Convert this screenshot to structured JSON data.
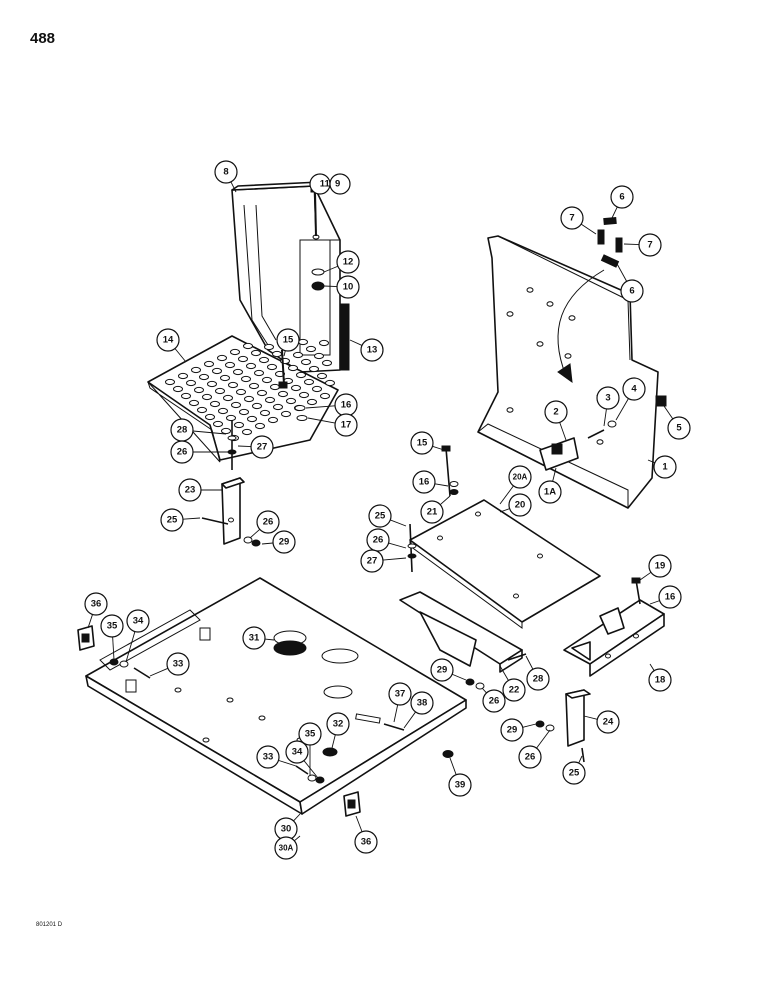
{
  "page": {
    "number": "488",
    "drawing_code": "801201 D"
  },
  "callouts": [
    {
      "id": "c8",
      "label": "8"
    },
    {
      "id": "c11-9",
      "label": "11  9"
    },
    {
      "id": "c12",
      "label": "12"
    },
    {
      "id": "c10",
      "label": "10"
    },
    {
      "id": "c13",
      "label": "13"
    },
    {
      "id": "c14",
      "label": "14"
    },
    {
      "id": "c15a",
      "label": "15"
    },
    {
      "id": "c16a",
      "label": "16"
    },
    {
      "id": "c17",
      "label": "17"
    },
    {
      "id": "c28a",
      "label": "28"
    },
    {
      "id": "c27a",
      "label": "27"
    },
    {
      "id": "c26a",
      "label": "26"
    },
    {
      "id": "c23",
      "label": "23"
    },
    {
      "id": "c25a",
      "label": "25"
    },
    {
      "id": "c26b",
      "label": "26"
    },
    {
      "id": "c29a",
      "label": "29"
    },
    {
      "id": "c6a",
      "label": "6"
    },
    {
      "id": "c7a",
      "label": "7"
    },
    {
      "id": "c7b",
      "label": "7"
    },
    {
      "id": "c6b",
      "label": "6"
    },
    {
      "id": "c3",
      "label": "3"
    },
    {
      "id": "c4",
      "label": "4"
    },
    {
      "id": "c5",
      "label": "5"
    },
    {
      "id": "c2",
      "label": "2"
    },
    {
      "id": "c1",
      "label": "1"
    },
    {
      "id": "c1a",
      "label": "1A"
    },
    {
      "id": "c15b",
      "label": "15"
    },
    {
      "id": "c16b",
      "label": "16"
    },
    {
      "id": "c21",
      "label": "21"
    },
    {
      "id": "c20a",
      "label": "20A"
    },
    {
      "id": "c20",
      "label": "20"
    },
    {
      "id": "c25b",
      "label": "25"
    },
    {
      "id": "c26c",
      "label": "26"
    },
    {
      "id": "c27b",
      "label": "27"
    },
    {
      "id": "c19",
      "label": "19"
    },
    {
      "id": "c16c",
      "label": "16"
    },
    {
      "id": "c18",
      "label": "18"
    },
    {
      "id": "c36a",
      "label": "36"
    },
    {
      "id": "c35a",
      "label": "35"
    },
    {
      "id": "c34a",
      "label": "34"
    },
    {
      "id": "c33a",
      "label": "33"
    },
    {
      "id": "c31",
      "label": "31"
    },
    {
      "id": "c29b",
      "label": "29"
    },
    {
      "id": "c26d",
      "label": "26"
    },
    {
      "id": "c22",
      "label": "22"
    },
    {
      "id": "c28b",
      "label": "28"
    },
    {
      "id": "c37",
      "label": "37"
    },
    {
      "id": "c38",
      "label": "38"
    },
    {
      "id": "c32",
      "label": "32"
    },
    {
      "id": "c35b",
      "label": "35"
    },
    {
      "id": "c34b",
      "label": "34"
    },
    {
      "id": "c33b",
      "label": "33"
    },
    {
      "id": "c39",
      "label": "39"
    },
    {
      "id": "c29c",
      "label": "29"
    },
    {
      "id": "c24",
      "label": "24"
    },
    {
      "id": "c26e",
      "label": "26"
    },
    {
      "id": "c25c",
      "label": "25"
    },
    {
      "id": "c30",
      "label": "30"
    },
    {
      "id": "c30a",
      "label": "30A"
    },
    {
      "id": "c36b",
      "label": "36"
    }
  ]
}
